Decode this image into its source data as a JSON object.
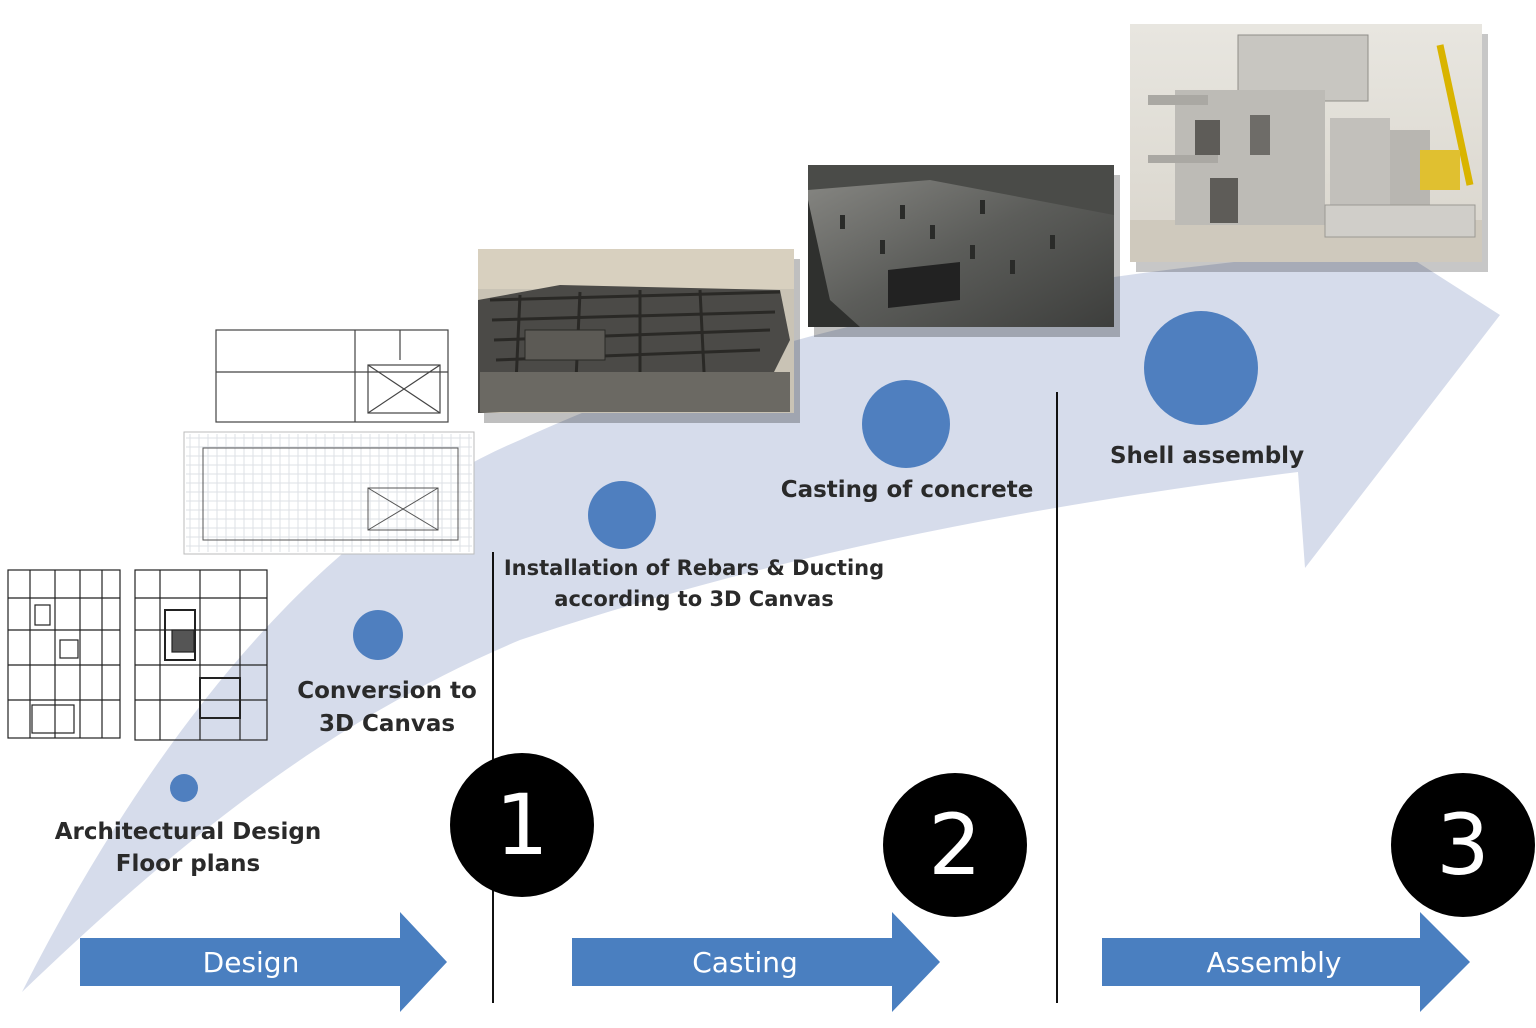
{
  "steps": {
    "architectural_design_line1": "Architectural Design",
    "architectural_design_line2": "Floor plans",
    "conversion_line1": "Conversion to",
    "conversion_line2": "3D Canvas",
    "rebars_line1": "Installation of Rebars & Ducting",
    "rebars_line2": "according to 3D Canvas",
    "casting_concrete": "Casting of concrete",
    "shell_assembly": "Shell assembly"
  },
  "phases": {
    "design": "Design",
    "casting": "Casting",
    "assembly": "Assembly"
  },
  "badges": {
    "one": "1",
    "two": "2",
    "three": "3"
  },
  "colors": {
    "sweep": "#d6dceb",
    "dot": "#4f7fbf",
    "phase_arrow": "#4a7fc0",
    "badge": "#000000"
  }
}
